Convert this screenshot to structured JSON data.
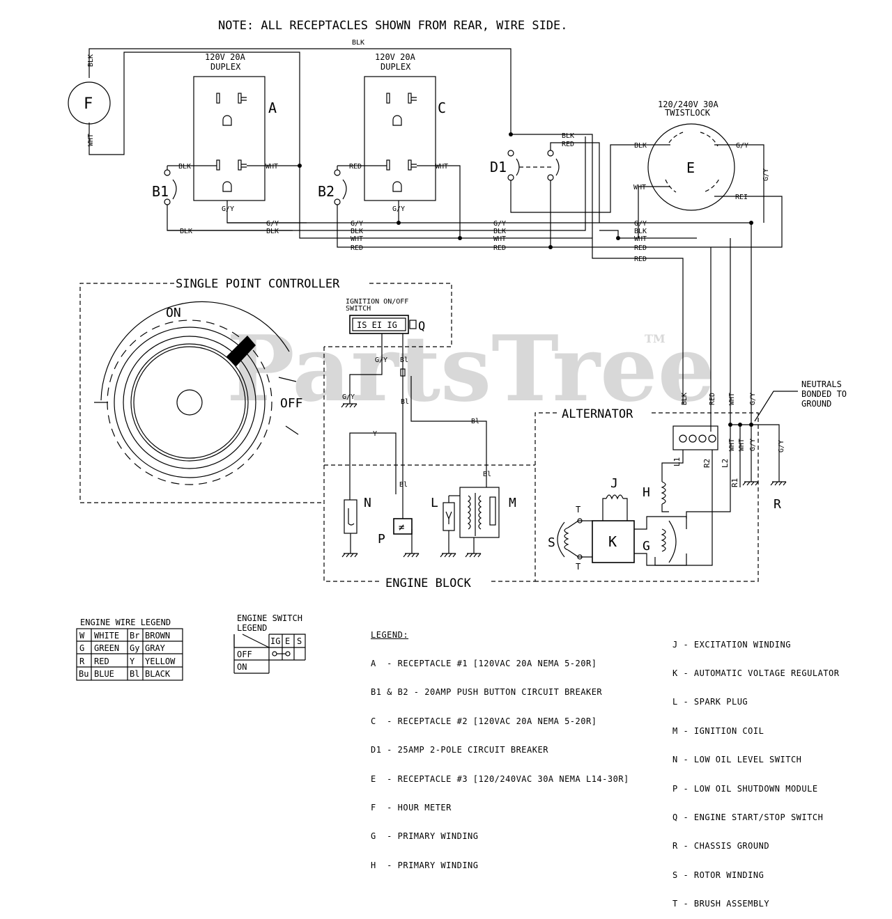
{
  "note": "NOTE:  ALL RECEPTACLES SHOWN FROM REAR,  WIRE SIDE.",
  "watermark": "PartsTree",
  "watermark_tm": "TM",
  "receptacles": {
    "a_label": "120V 20A",
    "a_sub": "DUPLEX",
    "a_letter": "A",
    "c_label": "120V 20A",
    "c_sub": "DUPLEX",
    "c_letter": "C",
    "e_label": "120/240V 30A",
    "e_sub": "TWISTLOCK",
    "e_letter": "E"
  },
  "components": {
    "f": "F",
    "b1": "B1",
    "b2": "B2",
    "d1": "D1",
    "q": "Q",
    "n": "N",
    "p": "P",
    "l": "L",
    "m": "M",
    "j": "J",
    "h": "H",
    "k": "K",
    "g": "G",
    "s": "S",
    "r": "R",
    "t": "T"
  },
  "wires": {
    "blk": "BLK",
    "wht": "WHT",
    "red": "RED",
    "gy": "G/Y",
    "bl": "Bl",
    "y": "Y",
    "l1": "L1",
    "l2": "L2",
    "r1": "R1",
    "r2": "R2",
    "red_alt": "REI"
  },
  "sections": {
    "spc": "SINGLE POINT CONTROLLER",
    "on": "ON",
    "off": "OFF",
    "ignition1": "IGNITION ON/OFF",
    "ignition2": "SWITCH",
    "switch_text": "IS EI IG",
    "alternator": "ALTERNATOR",
    "engine_block": "ENGINE BLOCK",
    "neutrals1": "NEUTRALS",
    "neutrals2": "BONDED TO",
    "neutrals3": "GROUND"
  },
  "wire_legend": {
    "title": "ENGINE WIRE LEGEND",
    "rows": [
      [
        "W",
        "WHITE",
        "Br",
        "BROWN"
      ],
      [
        "G",
        "GREEN",
        "Gy",
        "GRAY"
      ],
      [
        "R",
        "RED",
        "Y",
        "YELLOW"
      ],
      [
        "Bu",
        "BLUE",
        "Bl",
        "BLACK"
      ]
    ]
  },
  "switch_legend": {
    "title1": "ENGINE SWITCH",
    "title2": "LEGEND",
    "headers": [
      "IG",
      "E",
      "S"
    ],
    "row1": "OFF",
    "row2": "ON"
  },
  "legend_left": [
    "LEGEND:",
    "A  - RECEPTACLE #1 [120VAC 20A NEMA 5-20R]",
    "B1 & B2 - 20AMP PUSH BUTTON CIRCUIT BREAKER",
    "C  - RECEPTACLE #2 [120VAC 20A NEMA 5-20R]",
    "D1 - 25AMP 2-POLE CIRCUIT BREAKER",
    "E  - RECEPTACLE #3 [120/240VAC 30A NEMA L14-30R]",
    "F  - HOUR METER",
    "G  - PRIMARY WINDING",
    "H  - PRIMARY WINDING"
  ],
  "legend_right": [
    "J - EXCITATION WINDING",
    "K - AUTOMATIC VOLTAGE REGULATOR",
    "L - SPARK PLUG",
    "M - IGNITION COIL",
    "N - LOW OIL LEVEL SWITCH",
    "P - LOW OIL SHUTDOWN MODULE",
    "Q - ENGINE START/STOP SWITCH",
    "R - CHASSIS GROUND",
    "S - ROTOR WINDING",
    "T - BRUSH ASSEMBLY"
  ]
}
